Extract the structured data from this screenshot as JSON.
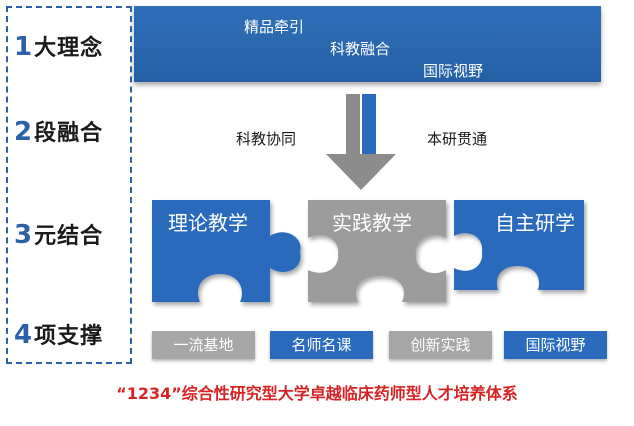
{
  "left_rows": [
    {
      "num": "1",
      "text": "大理念"
    },
    {
      "num": "2",
      "text": "段融合"
    },
    {
      "num": "3",
      "text": "元结合"
    },
    {
      "num": "4",
      "text": "项支撑"
    }
  ],
  "banner": {
    "line1": "精品牵引",
    "line2": "科教融合",
    "line3": "国际视野"
  },
  "middle": {
    "left": "科教协同",
    "right": "本研贯通"
  },
  "puzzle": {
    "left": "理论教学",
    "center": "实践教学",
    "right": "自主研学"
  },
  "bottom": [
    {
      "text": "一流基地",
      "color": "#a6a6a6"
    },
    {
      "text": "名师名课",
      "color": "#2a6bbd"
    },
    {
      "text": "创新实践",
      "color": "#a6a6a6"
    },
    {
      "text": "国际视野",
      "color": "#2a6bbd"
    }
  ],
  "footer": "“1234”综合性研究型大学卓越临床药师型人才培养体系",
  "colors": {
    "blue": "#2a6bbd",
    "gray": "#9c9c9c",
    "red": "#d62424"
  }
}
